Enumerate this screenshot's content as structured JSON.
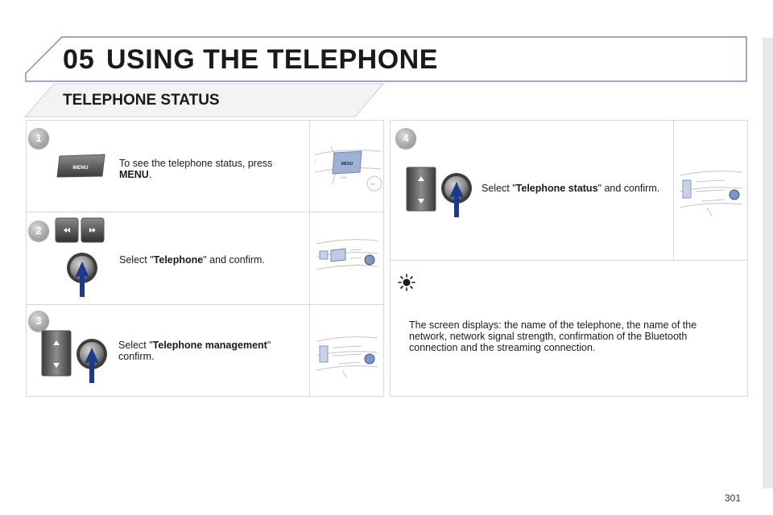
{
  "header": {
    "chapter_number": "05",
    "chapter_title": "USING THE TELEPHONE"
  },
  "section": {
    "title": "TELEPHONE STATUS"
  },
  "steps": [
    {
      "number": "1",
      "text_prefix": "To see the telephone status, press",
      "bold": "MENU",
      "text_suffix": ".",
      "button_label": "MENU",
      "panel_menu_label": "MENU",
      "panel_esc_label": "ESC",
      "panel_ok_label": "OK"
    },
    {
      "number": "2",
      "text_prefix": "Select \"",
      "bold": "Telephone",
      "text_suffix": "\" and confirm.",
      "button_label": "OK"
    },
    {
      "number": "3",
      "text_prefix": "Select \"",
      "bold": "Telephone management",
      "text_suffix": "\"",
      "text_line2": "confirm.",
      "button_label": "OK"
    },
    {
      "number": "4",
      "text_prefix": "Select \"",
      "bold": "Telephone status",
      "text_suffix": "\" and confirm.",
      "button_label": "OK"
    }
  ],
  "info": {
    "icon": "lightbulb-icon",
    "text": "The screen displays: the name of the telephone, the name of the network, network signal strength, confirmation of the Bluetooth connection and the streaming connection."
  },
  "footer": {
    "page_number": "301"
  },
  "colors": {
    "accent_arrow": "#1b3a8a",
    "frame_blue": "#7b8fae",
    "panel_border": "#d8d8d8"
  }
}
